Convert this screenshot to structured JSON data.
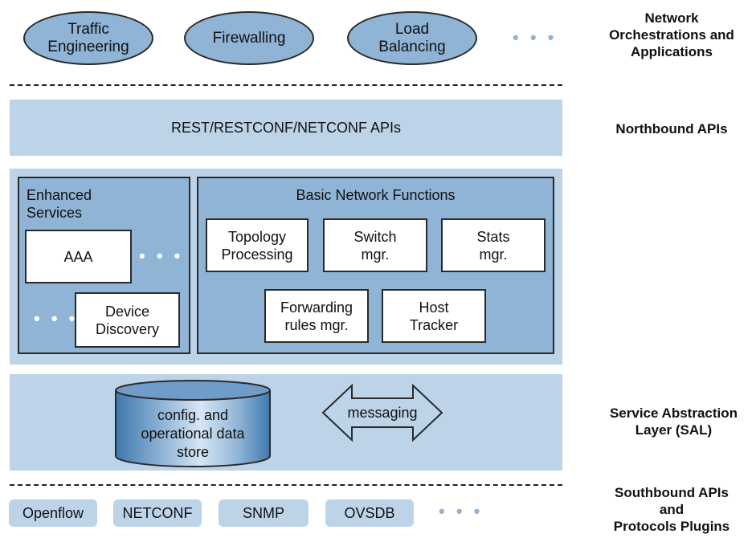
{
  "applications": {
    "items": [
      "Traffic\nEngineering",
      "Firewalling",
      "Load\nBalancing"
    ],
    "more": "• • •"
  },
  "layer_labels": {
    "applications": "Network\nOrchestrations and\nApplications",
    "northbound": "Northbound APIs",
    "sal": "Service Abstraction\nLayer (SAL)",
    "southbound": "Southbound APIs\nand\nProtocols Plugins"
  },
  "northbound": {
    "label": "REST/RESTCONF/NETCONF APIs"
  },
  "controller": {
    "enhanced": {
      "title": "Enhanced\nServices",
      "aaa": "AAA",
      "more_right": "• • •",
      "more_left": "• • •",
      "device_discovery": "Device\nDiscovery"
    },
    "basic": {
      "title": "Basic Network Functions",
      "topology": "Topology\nProcessing",
      "switch": "Switch\nmgr.",
      "stats": "Stats\nmgr.",
      "forwarding": "Forwarding\nrules mgr.",
      "host_tracker": "Host\nTracker"
    }
  },
  "sal": {
    "datastore": "config. and\noperational data\nstore",
    "messaging": "messaging"
  },
  "southbound": {
    "plugins": [
      "Openflow",
      "NETCONF",
      "SNMP",
      "OVSDB"
    ],
    "more": "• • •"
  },
  "colors": {
    "light_blue": "#bcd3e8",
    "mid_blue": "#8fb4d6",
    "outline": "#2a2a2a"
  }
}
